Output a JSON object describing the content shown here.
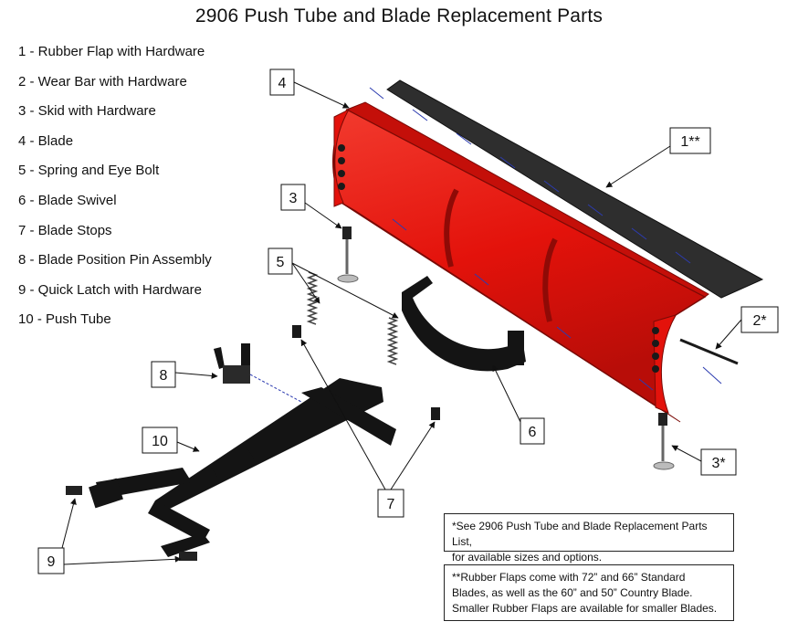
{
  "title": "2906 Push Tube and Blade Replacement Parts",
  "parts": [
    "1 - Rubber Flap with Hardware",
    "2 - Wear Bar with Hardware",
    "3 - Skid with Hardware",
    "4 - Blade",
    "5 - Spring and Eye Bolt",
    "6 - Blade Swivel",
    "7 - Blade Stops",
    "8 - Blade Position Pin Assembly",
    "9 - Quick Latch with Hardware",
    "10 - Push Tube"
  ],
  "callouts": {
    "c1": "1**",
    "c2": "2*",
    "c3": "3",
    "c3b": "3*",
    "c4": "4",
    "c5": "5",
    "c6": "6",
    "c7": "7",
    "c8": "8",
    "c9": "9",
    "c10": "10"
  },
  "notes": {
    "note1": [
      "*See 2906 Push Tube and Blade Replacement Parts List,",
      "for available sizes and options."
    ],
    "note2": [
      "**Rubber Flaps come with 72” and 66” Standard",
      "Blades, as well as the 60” and 50” Country Blade.",
      "Smaller Rubber Flaps are available for smaller Blades."
    ]
  },
  "colors": {
    "blade_red": "#e3120b",
    "blade_dark_red": "#9c0a06",
    "frame_black": "#141414",
    "flap_gray": "#2e2e2e",
    "hardware_blue": "#2c3bb0"
  }
}
